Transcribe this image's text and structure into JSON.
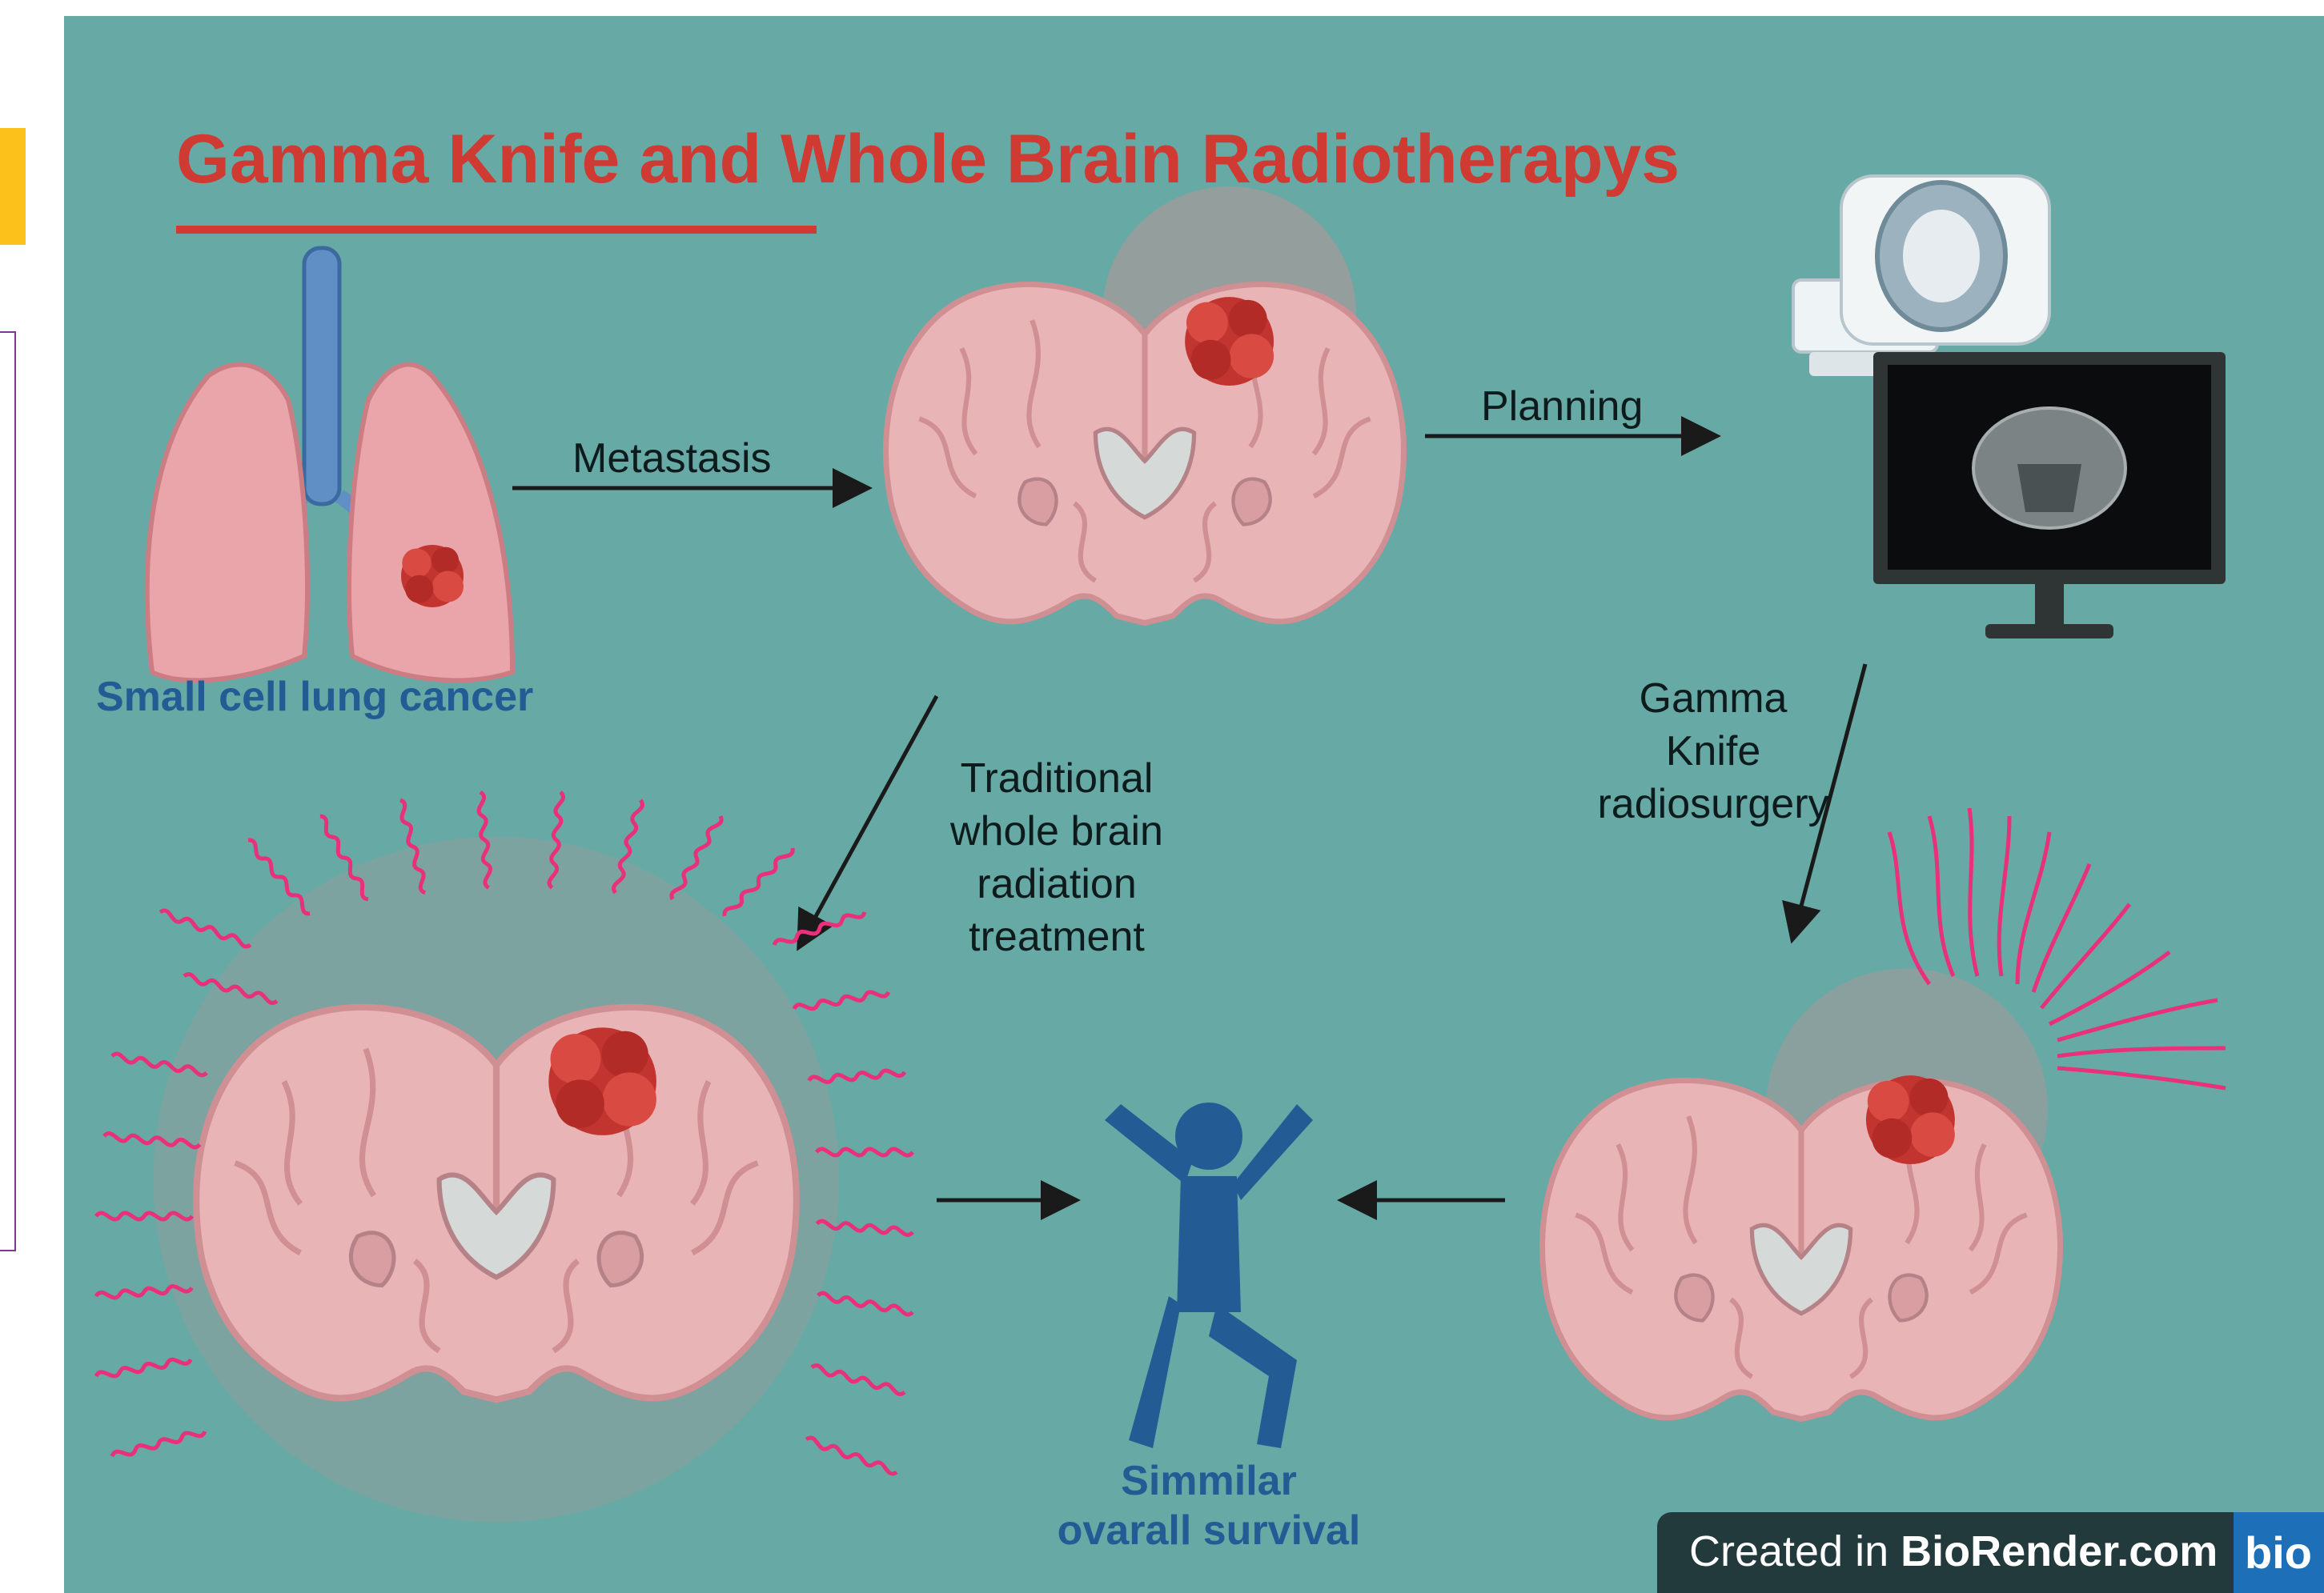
{
  "title": "Gamma Knife and Whole Brain Radiotherapys",
  "labels": {
    "lung": "Small cell lung cancer",
    "metastasis": "Metastasis",
    "planning": "Planning",
    "gamma_line1": "Gamma",
    "gamma_line2": "Knife",
    "gamma_line3": "radiosurgery",
    "wbrt_line1": "Traditional",
    "wbrt_line2": "whole brain",
    "wbrt_line3": "radiation",
    "wbrt_line4": "treatment",
    "survival_line1": "Simmilar",
    "survival_line2": "ovarall survival"
  },
  "credit": {
    "prefix": "Created in ",
    "brand": "BioRender.com",
    "badge": "bio"
  },
  "colors": {
    "background": "#67a9a5",
    "title": "#cf3a33",
    "label_blue": "#235c94",
    "radiation": "#e8317a",
    "brain": "#e9b4b6",
    "tumor": "#c2342f"
  },
  "icons": [
    "lungs-icon",
    "brain-icon",
    "mri-scanner-icon",
    "monitor-icon",
    "person-icon",
    "radiation-wave-icon"
  ]
}
